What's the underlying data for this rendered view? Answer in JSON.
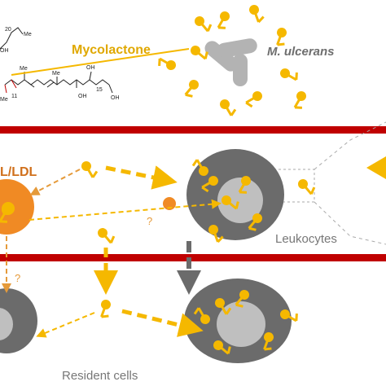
{
  "labels": {
    "mycolactone": "Mycolactone",
    "m_ulcerans": "M. ulcerans",
    "hdl_ldl": "L/LDL",
    "leukocytes": "Leukocytes",
    "resident_cells": "Resident cells",
    "unknown_1": "?",
    "unknown_2": "?"
  },
  "structure_labels": {
    "me_a": "Me",
    "me_b": "Me",
    "me_c": "Me",
    "me_d": "Me",
    "oh_a": "OH",
    "oh_b": "OH",
    "oh_c": "OH",
    "oh_d": "OH",
    "num_20": "20",
    "num_11": "11",
    "num_15": "15"
  },
  "colors": {
    "mycolactone": "#f5b800",
    "mycolactone_text": "#e0a800",
    "vessel": "#c00000",
    "lipoprotein": "#f08a24",
    "arrow_orange": "#e59a3a",
    "cell_dark": "#6b6b6b",
    "cell_light": "#bfbfbf",
    "bacteria": "#b3b3b3",
    "text_gray": "#777777"
  }
}
